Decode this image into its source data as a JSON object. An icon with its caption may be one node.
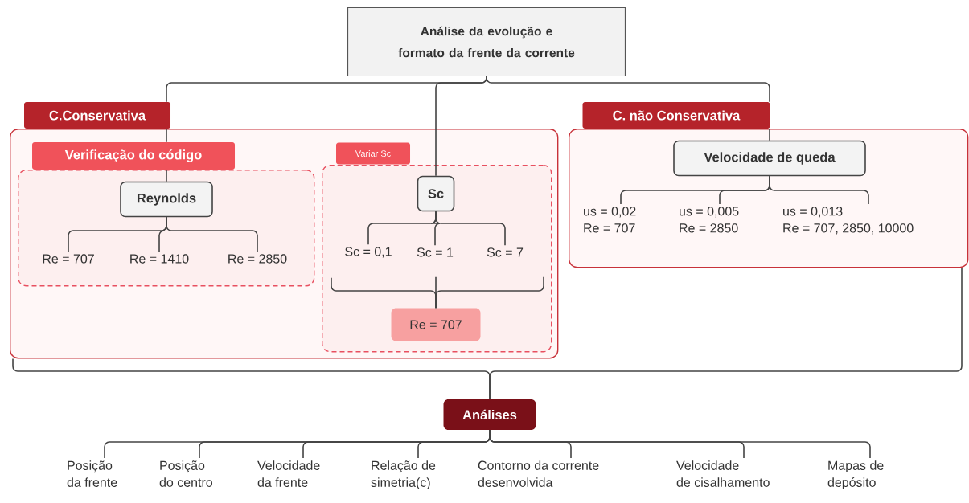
{
  "diagram": {
    "nodes": [
      {
        "text": [
          "Análise da evolução e formato da frente da corrente"
        ]
      },
      {
        "text": [
          "C.Conservativa"
        ]
      },
      {
        "text": [
          "Verificação do código"
        ],
        "in": 1
      },
      {
        "text": [
          "Reynolds"
        ],
        "in": 2
      },
      {
        "text": [
          "Re = 707"
        ],
        "in": 2
      },
      {
        "text": [
          "Re = 1410"
        ],
        "in": 2
      },
      {
        "text": [
          "Re = 2850"
        ],
        "in": 2
      },
      {
        "text": [
          "Variar Sc"
        ],
        "in": 1
      },
      {
        "text": [
          "Sc"
        ],
        "in": 7
      },
      {
        "text": [
          "Sc = 0,1"
        ],
        "in": 7
      },
      {
        "text": [
          "Sc = 1"
        ],
        "in": 7
      },
      {
        "text": [
          "Sc = 7"
        ],
        "in": 7
      },
      {
        "text": [
          "Re = 707"
        ],
        "in": 7
      },
      {
        "text": [
          "C. não Conservativa"
        ]
      },
      {
        "text": [
          "Velocidade de queda"
        ],
        "in": 13
      },
      {
        "text": [
          "us = 0,02 Re = 707"
        ],
        "in": 13
      },
      {
        "text": [
          "us = 0,005 Re = 2850"
        ],
        "in": 13
      },
      {
        "text": [
          "us = 0,013 Re = 707, 2850, 10000"
        ],
        "in": 13
      },
      {
        "text": [
          "Análises"
        ]
      },
      {
        "text": [
          "Posição da frente"
        ]
      },
      {
        "text": [
          "Posição do centro"
        ]
      },
      {
        "text": [
          "Velocidade da frente"
        ]
      },
      {
        "text": [
          "Relação de simetria(c)"
        ]
      },
      {
        "text": [
          "Contorno da corrente desenvolvida"
        ]
      },
      {
        "text": [
          "Velocidade de cisalhamento"
        ]
      },
      {
        "text": [
          "Mapas de depósito"
        ]
      }
    ],
    "edges": [
      {
        "from": 0,
        "to": 1,
        "arrow": "none"
      },
      {
        "from": 1,
        "to": 2,
        "arrow": "none"
      },
      {
        "from": 2,
        "to": 3,
        "arrow": "none"
      },
      {
        "from": 0,
        "to": 8,
        "arrow": "none"
      },
      {
        "from": 0,
        "to": 13,
        "arrow": "none"
      },
      {
        "from": 13,
        "to": 14,
        "arrow": "none"
      },
      {
        "from": 3,
        "to": 4,
        "arrow": "none"
      },
      {
        "from": 3,
        "to": 5,
        "arrow": "none"
      },
      {
        "from": 3,
        "to": 6,
        "arrow": "none"
      },
      {
        "from": 8,
        "to": 9,
        "arrow": "none"
      },
      {
        "from": 8,
        "to": 10,
        "arrow": "none"
      },
      {
        "from": 8,
        "to": 11,
        "arrow": "none"
      },
      {
        "from": 9,
        "to": 12,
        "arrow": "none"
      },
      {
        "from": 10,
        "to": 12,
        "arrow": "none"
      },
      {
        "from": 11,
        "to": 12,
        "arrow": "none"
      },
      {
        "from": 14,
        "to": 15,
        "arrow": "none"
      },
      {
        "from": 14,
        "to": 16,
        "arrow": "none"
      },
      {
        "from": 14,
        "to": 17,
        "arrow": "none"
      },
      {
        "from": 1,
        "to": 18,
        "arrow": "none"
      },
      {
        "from": 13,
        "to": 18,
        "arrow": "none"
      },
      {
        "from": 18,
        "to": 19,
        "arrow": "none"
      },
      {
        "from": 18,
        "to": 20,
        "arrow": "none"
      },
      {
        "from": 18,
        "to": 21,
        "arrow": "none"
      },
      {
        "from": 18,
        "to": 22,
        "arrow": "none"
      },
      {
        "from": 18,
        "to": 23,
        "arrow": "none"
      },
      {
        "from": 18,
        "to": 24,
        "arrow": "none"
      },
      {
        "from": 18,
        "to": 25,
        "arrow": "none"
      }
    ]
  }
}
